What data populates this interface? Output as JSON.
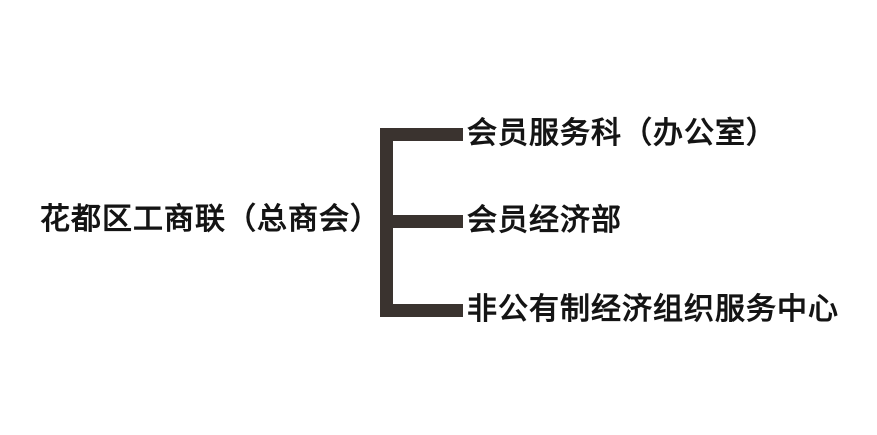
{
  "diagram": {
    "type": "org-chart",
    "root": {
      "label": "花都区工商联（总商会）"
    },
    "children": [
      {
        "label": "会员服务科（办公室）"
      },
      {
        "label": "会员经济部"
      },
      {
        "label": "非公有制经济组织服务中心"
      }
    ],
    "colors": {
      "background": "#ffffff",
      "connector_line": "#3a332f",
      "text": "#141414"
    }
  }
}
